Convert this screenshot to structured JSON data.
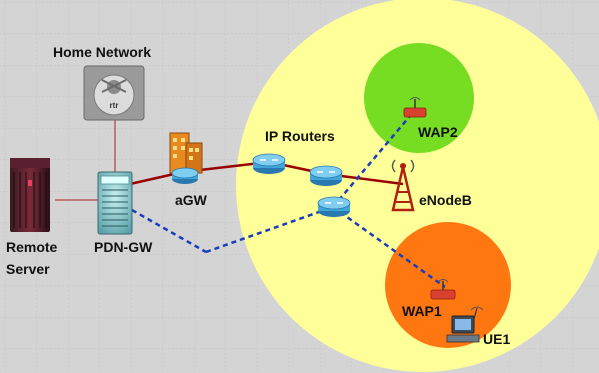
{
  "diagram": {
    "labels": {
      "home_network": "Home Network",
      "ip_routers": "IP Routers",
      "agw": "aGW",
      "pdn_gw": "PDN-GW",
      "remote": "Remote",
      "server": "Server",
      "enodeb": "eNodeB",
      "wap1": "WAP1",
      "wap2": "WAP2",
      "ue1": "UE1",
      "rtr": "rtr"
    },
    "colors": {
      "background": "#d4d4d4",
      "grid": "#c2c2c2",
      "coverage_large": "#ffff99",
      "coverage_wap2": "#77dd22",
      "coverage_wap1": "#ff7711",
      "wired_link": "#990000",
      "thin_link": "#b04040",
      "wireless_link": "#1a3dbb",
      "router": "#3ea6d8"
    },
    "icons": [
      "server-icon",
      "pdn-gateway-icon",
      "home-network-router-icon",
      "agw-building-icon",
      "router-icon",
      "cell-tower-icon",
      "wireless-access-point-icon",
      "computer-icon"
    ]
  }
}
